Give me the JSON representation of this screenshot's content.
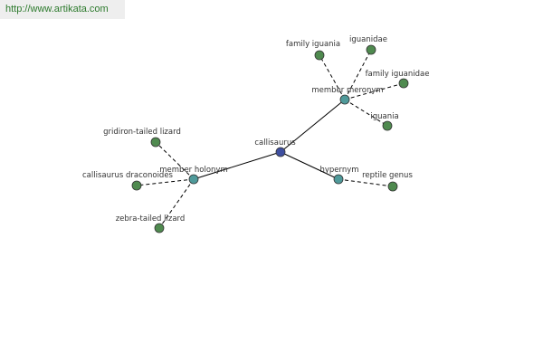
{
  "header": {
    "url": "http://www.artikata.com"
  },
  "colors": {
    "root": "#3e4fa0",
    "relation": "#4f9a9a",
    "leaf": "#4f8a4f"
  },
  "graph": {
    "nodes": [
      {
        "id": "callisaurus",
        "label": "callisaurus",
        "kind": "root"
      },
      {
        "id": "member-meronym",
        "label": "member meronym",
        "kind": "relation"
      },
      {
        "id": "member-holonym",
        "label": "member holonym",
        "kind": "relation"
      },
      {
        "id": "hypernym",
        "label": "hypernym",
        "kind": "relation"
      },
      {
        "id": "family-iguania",
        "label": "family iguania",
        "kind": "leaf"
      },
      {
        "id": "iguanidae",
        "label": "iguanidae",
        "kind": "leaf"
      },
      {
        "id": "family-iguanidae",
        "label": "family iguanidae",
        "kind": "leaf"
      },
      {
        "id": "iguania",
        "label": "iguania",
        "kind": "leaf"
      },
      {
        "id": "gridiron-tailed-lizard",
        "label": "gridiron-tailed lizard",
        "kind": "leaf"
      },
      {
        "id": "callisaurus-draconoides",
        "label": "callisaurus draconoides",
        "kind": "leaf"
      },
      {
        "id": "zebra-tailed-lizard",
        "label": "zebra-tailed lizard",
        "kind": "leaf"
      },
      {
        "id": "reptile-genus",
        "label": "reptile genus",
        "kind": "leaf"
      }
    ],
    "edges": [
      {
        "from": "callisaurus",
        "to": "member-meronym",
        "style": "solid"
      },
      {
        "from": "callisaurus",
        "to": "member-holonym",
        "style": "solid"
      },
      {
        "from": "callisaurus",
        "to": "hypernym",
        "style": "solid"
      },
      {
        "from": "member-meronym",
        "to": "family-iguania",
        "style": "dashed"
      },
      {
        "from": "member-meronym",
        "to": "iguanidae",
        "style": "dashed"
      },
      {
        "from": "member-meronym",
        "to": "family-iguanidae",
        "style": "dashed"
      },
      {
        "from": "member-meronym",
        "to": "iguania",
        "style": "dashed"
      },
      {
        "from": "member-holonym",
        "to": "gridiron-tailed-lizard",
        "style": "dashed"
      },
      {
        "from": "member-holonym",
        "to": "callisaurus-draconoides",
        "style": "dashed"
      },
      {
        "from": "member-holonym",
        "to": "zebra-tailed-lizard",
        "style": "dashed"
      },
      {
        "from": "hypernym",
        "to": "reptile-genus",
        "style": "dashed"
      }
    ]
  }
}
